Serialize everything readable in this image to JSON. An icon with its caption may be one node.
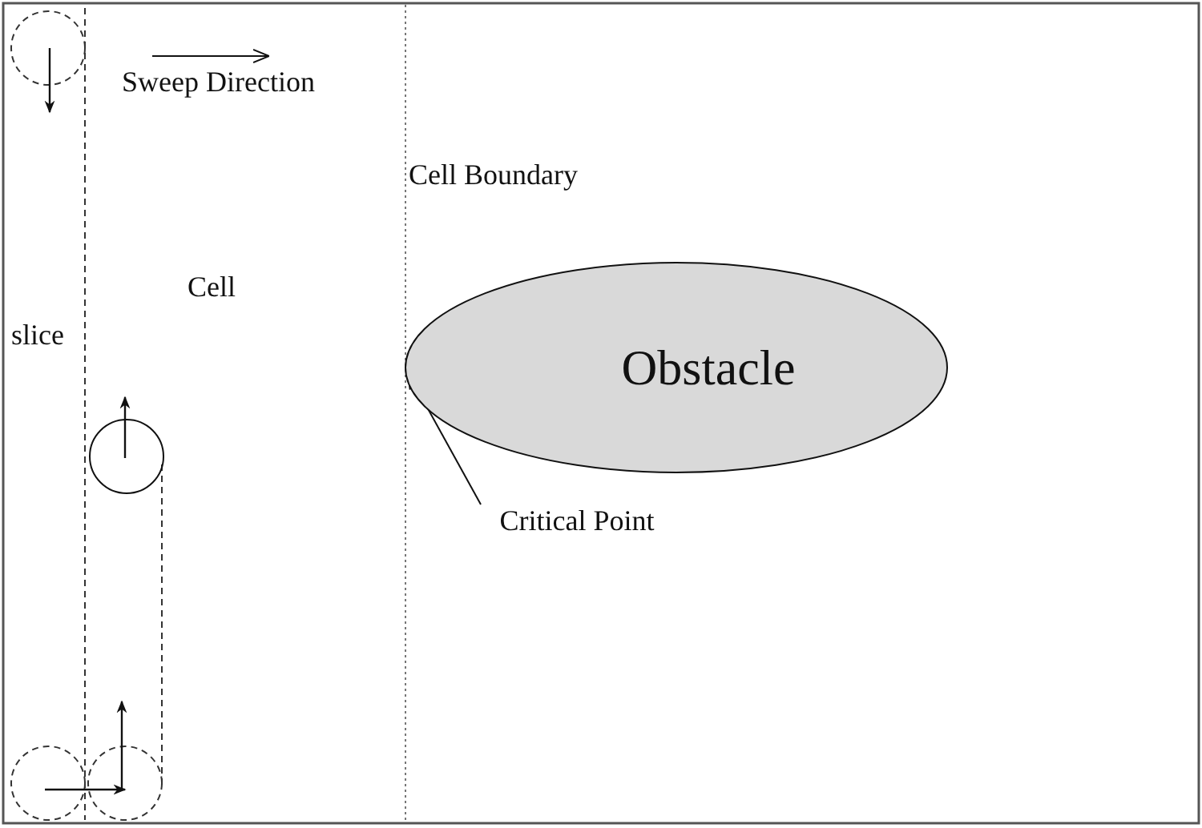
{
  "diagram": {
    "nodes": [
      {
        "text": [
          "Obstacle"
        ]
      },
      {
        "text": [
          "Critical Point"
        ]
      }
    ],
    "edges": [
      {
        "from": 1,
        "to": 0,
        "arrow": "to"
      }
    ],
    "labels": [
      "Sweep Direction",
      "Cell Boundary",
      "Cell",
      "slice"
    ]
  }
}
